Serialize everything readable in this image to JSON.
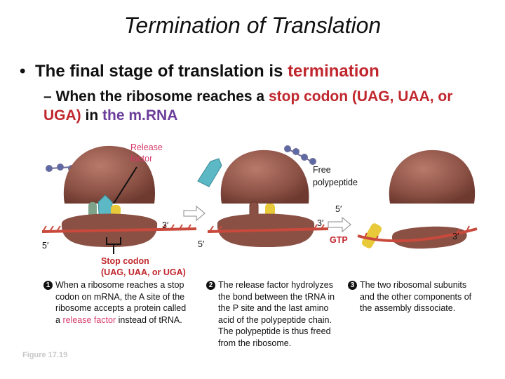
{
  "title": "Termination of Translation",
  "bullet1": {
    "text": "The final stage of translation is ",
    "highlight": "termination"
  },
  "bullet2": {
    "prefix": "– When the ribosome reaches a ",
    "stop": "stop codon (UAG, UAA, or UGA)",
    "middle": " in ",
    "mrna": "the m.RNA"
  },
  "labels": {
    "release_factor": [
      "Release",
      "factor"
    ],
    "free_polypeptide": [
      "Free",
      "polypeptide"
    ],
    "five_prime": "5′",
    "three_prime": "3′",
    "gtp": "GTP",
    "stop_codon": [
      "Stop codon",
      "(UAG, UAA, or UGA)"
    ]
  },
  "steps": [
    {
      "num": "1",
      "lines": [
        "When a ribosome reaches a stop",
        "codon on mRNA, the A site of the",
        "ribosome accepts a protein called",
        "a release factor instead of tRNA."
      ],
      "highlight": "release factor"
    },
    {
      "num": "2",
      "lines": [
        "The release factor hydrolyzes",
        "the bond between the tRNA in",
        "the P site and the last amino",
        "acid of the polypeptide chain.",
        "The polypeptide is thus freed",
        "from the ribosome."
      ]
    },
    {
      "num": "3",
      "lines": [
        "The two ribosomal subunits",
        "and the other components of",
        "the assembly dissociate."
      ]
    }
  ],
  "figure": "Figure 17.19",
  "colors": {
    "ribosome": "#8a5044",
    "mrna": "#c94a3c",
    "release_factor": "#5bb8c4",
    "trna": "#e8c93a",
    "polypeptide": "#5a6aa8"
  }
}
